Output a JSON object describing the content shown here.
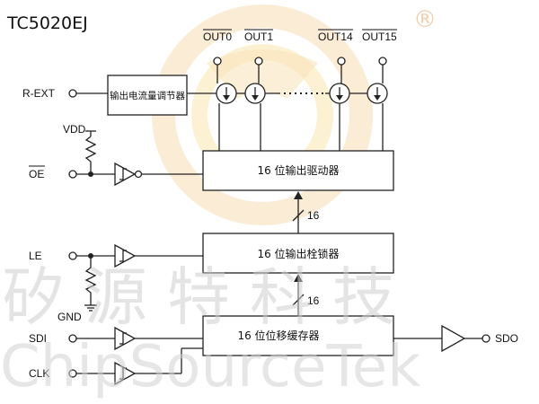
{
  "title": "TC5020EJ",
  "watermark": {
    "cn": "矽源特科技",
    "en": "ChipSourceTek",
    "registered": "®"
  },
  "blocks": {
    "current_regulator": "输出电流量调节器",
    "output_driver": "16 位输出驱动器",
    "output_latch": "16 位输出栓锁器",
    "shift_register": "16 位位移缓存器"
  },
  "outputs": [
    "OUT0",
    "OUT1",
    "OUT14",
    "OUT15"
  ],
  "pins": {
    "rext": "R-EXT",
    "vdd": "VDD",
    "oe": "OE",
    "le": "LE",
    "gnd": "GND",
    "sdi": "SDI",
    "clk": "CLK",
    "sdo": "SDO"
  },
  "bus_width_1": "16",
  "bus_width_2": "16",
  "colors": {
    "line": "#222222",
    "watermark": "#cfcfcf",
    "logo_orange": "#f4b26a",
    "logo_yellow": "#f7d77a"
  }
}
